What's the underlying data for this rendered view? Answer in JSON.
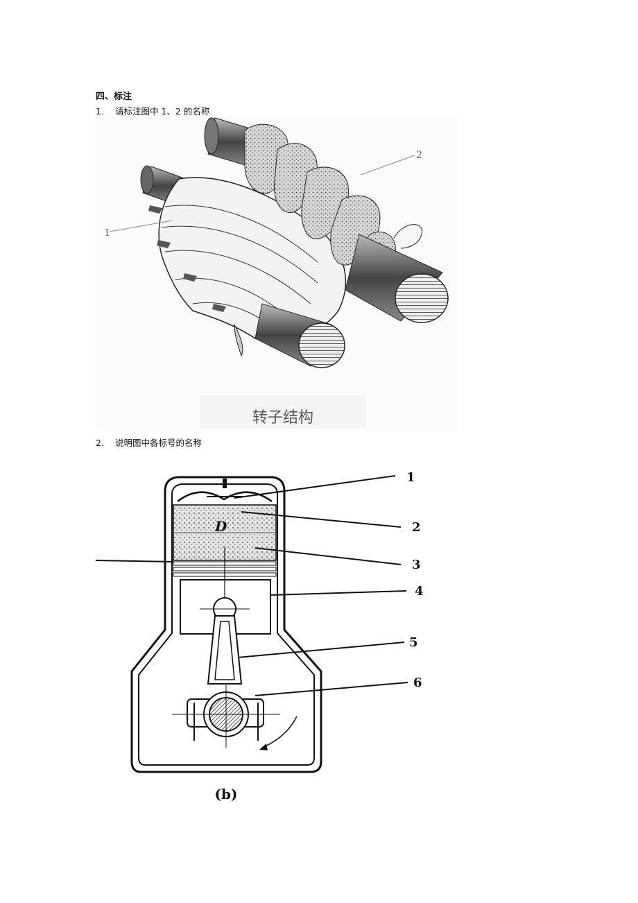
{
  "section": {
    "title": "四、标注"
  },
  "questions": [
    {
      "number": "1.",
      "text": "请标注图中 1、2 的名称"
    },
    {
      "number": "2.",
      "text": "说明图中各标号的名称"
    }
  ],
  "figure1": {
    "caption": "转子结构",
    "labels": [
      "1",
      "2"
    ]
  },
  "figure2": {
    "caption": "(b)",
    "bore_label": "D",
    "labels": [
      "1",
      "2",
      "3",
      "4",
      "5",
      "6"
    ]
  }
}
